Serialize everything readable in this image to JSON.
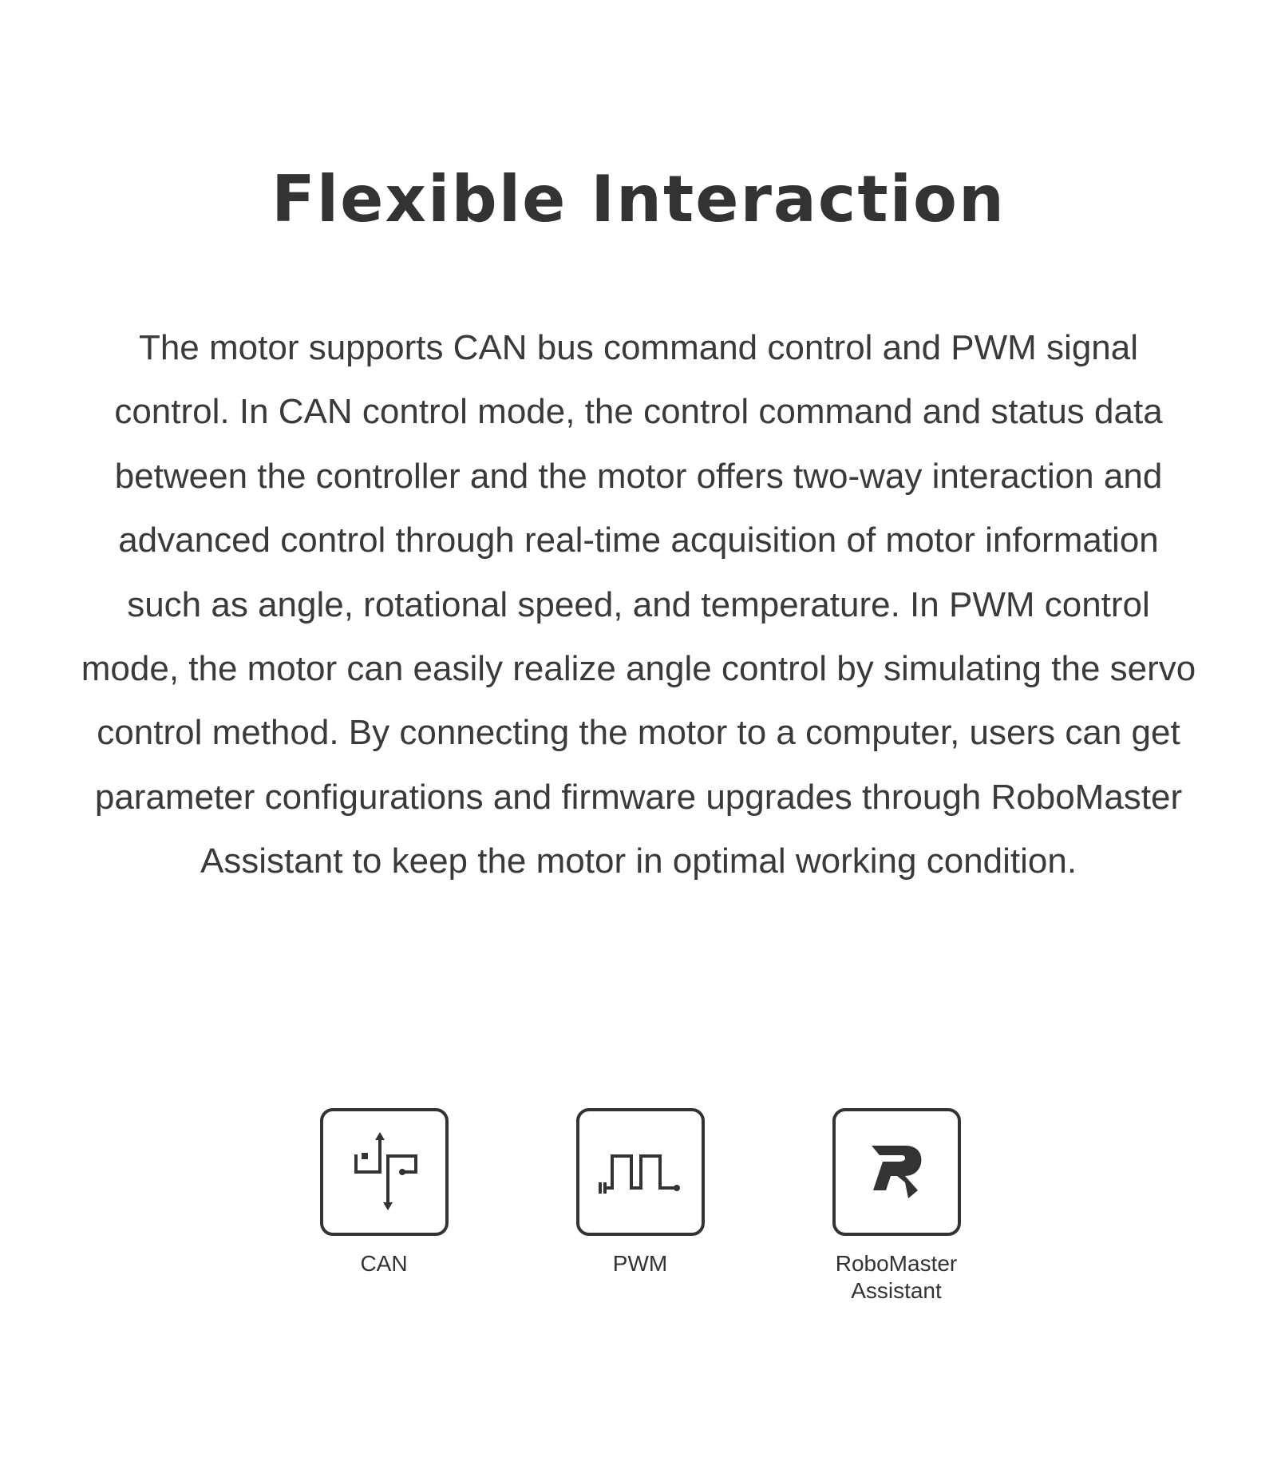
{
  "title": "Flexible Interaction",
  "description": "The motor supports CAN bus command control and PWM signal control. In CAN control mode, the control command and status data between the controller and the motor offers two-way interaction and advanced control through real-time acquisition of motor information such as angle, rotational speed, and temperature. In PWM control mode, the motor can easily realize angle control by simulating the servo control method. By connecting the motor to a computer, users can get parameter configurations and firmware upgrades through RoboMaster Assistant to keep the motor in optimal working condition.",
  "features": [
    {
      "icon": "can-bus-icon",
      "label": "CAN"
    },
    {
      "icon": "pwm-signal-icon",
      "label": "PWM"
    },
    {
      "icon": "robomaster-logo-icon",
      "label_line1": "RoboMaster",
      "label_line2": "Assistant"
    }
  ],
  "colors": {
    "text": "#333333",
    "background": "#ffffff"
  }
}
